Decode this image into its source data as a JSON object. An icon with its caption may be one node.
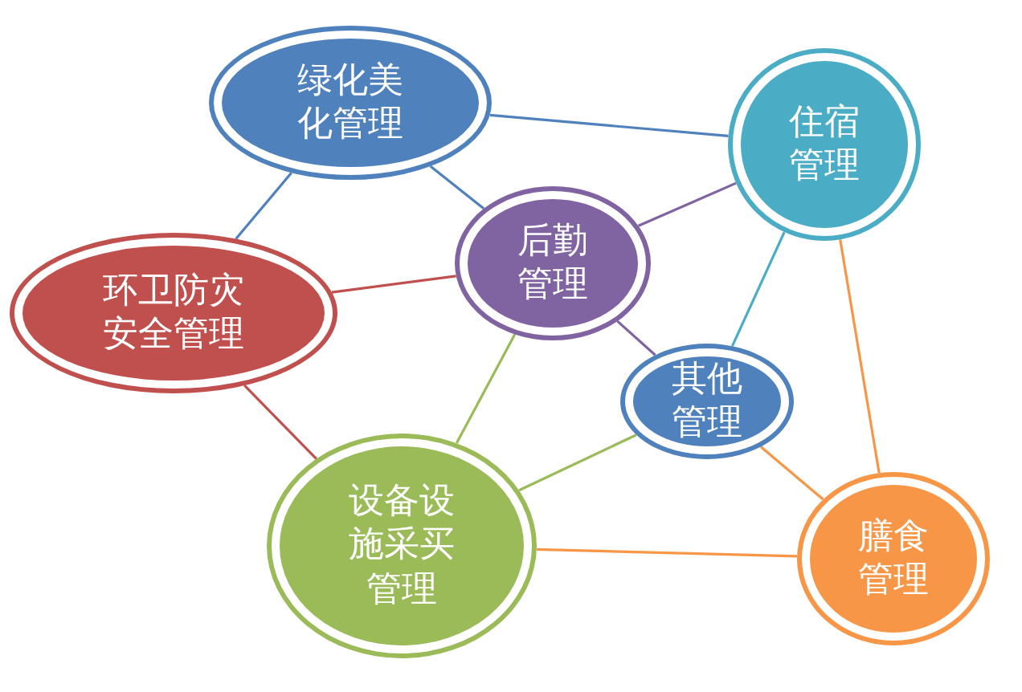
{
  "diagram": {
    "nodes": [
      {
        "text": [
          "绿化美化管理"
        ]
      },
      {
        "text": [
          "住宿管理"
        ]
      },
      {
        "text": [
          "后勤管理"
        ]
      },
      {
        "text": [
          "环卫防灾安全管理"
        ]
      },
      {
        "text": [
          "其他管理"
        ]
      },
      {
        "text": [
          "设备设施采买管理"
        ]
      },
      {
        "text": [
          "膳食管理"
        ]
      }
    ],
    "edges": [
      {
        "from": 0,
        "to": 1,
        "arrow": "none",
        "color": "#4f81bd"
      },
      {
        "from": 0,
        "to": 3,
        "arrow": "none",
        "color": "#4f81bd"
      },
      {
        "from": 0,
        "to": 2,
        "arrow": "none",
        "color": "#4f81bd"
      },
      {
        "from": 2,
        "to": 1,
        "arrow": "none",
        "color": "#8064a2"
      },
      {
        "from": 2,
        "to": 3,
        "arrow": "none",
        "color": "#c0504d"
      },
      {
        "from": 2,
        "to": 4,
        "arrow": "none",
        "color": "#8064a2"
      },
      {
        "from": 2,
        "to": 5,
        "arrow": "none",
        "color": "#9bbb59"
      },
      {
        "from": 4,
        "to": 1,
        "arrow": "none",
        "color": "#4bacc6"
      },
      {
        "from": 4,
        "to": 5,
        "arrow": "none",
        "color": "#9bbb59"
      },
      {
        "from": 4,
        "to": 6,
        "arrow": "none",
        "color": "#f79646"
      },
      {
        "from": 1,
        "to": 6,
        "arrow": "none",
        "color": "#f79646"
      },
      {
        "from": 5,
        "to": 6,
        "arrow": "none",
        "color": "#f79646"
      },
      {
        "from": 3,
        "to": 5,
        "arrow": "none",
        "color": "#c0504d"
      }
    ]
  }
}
